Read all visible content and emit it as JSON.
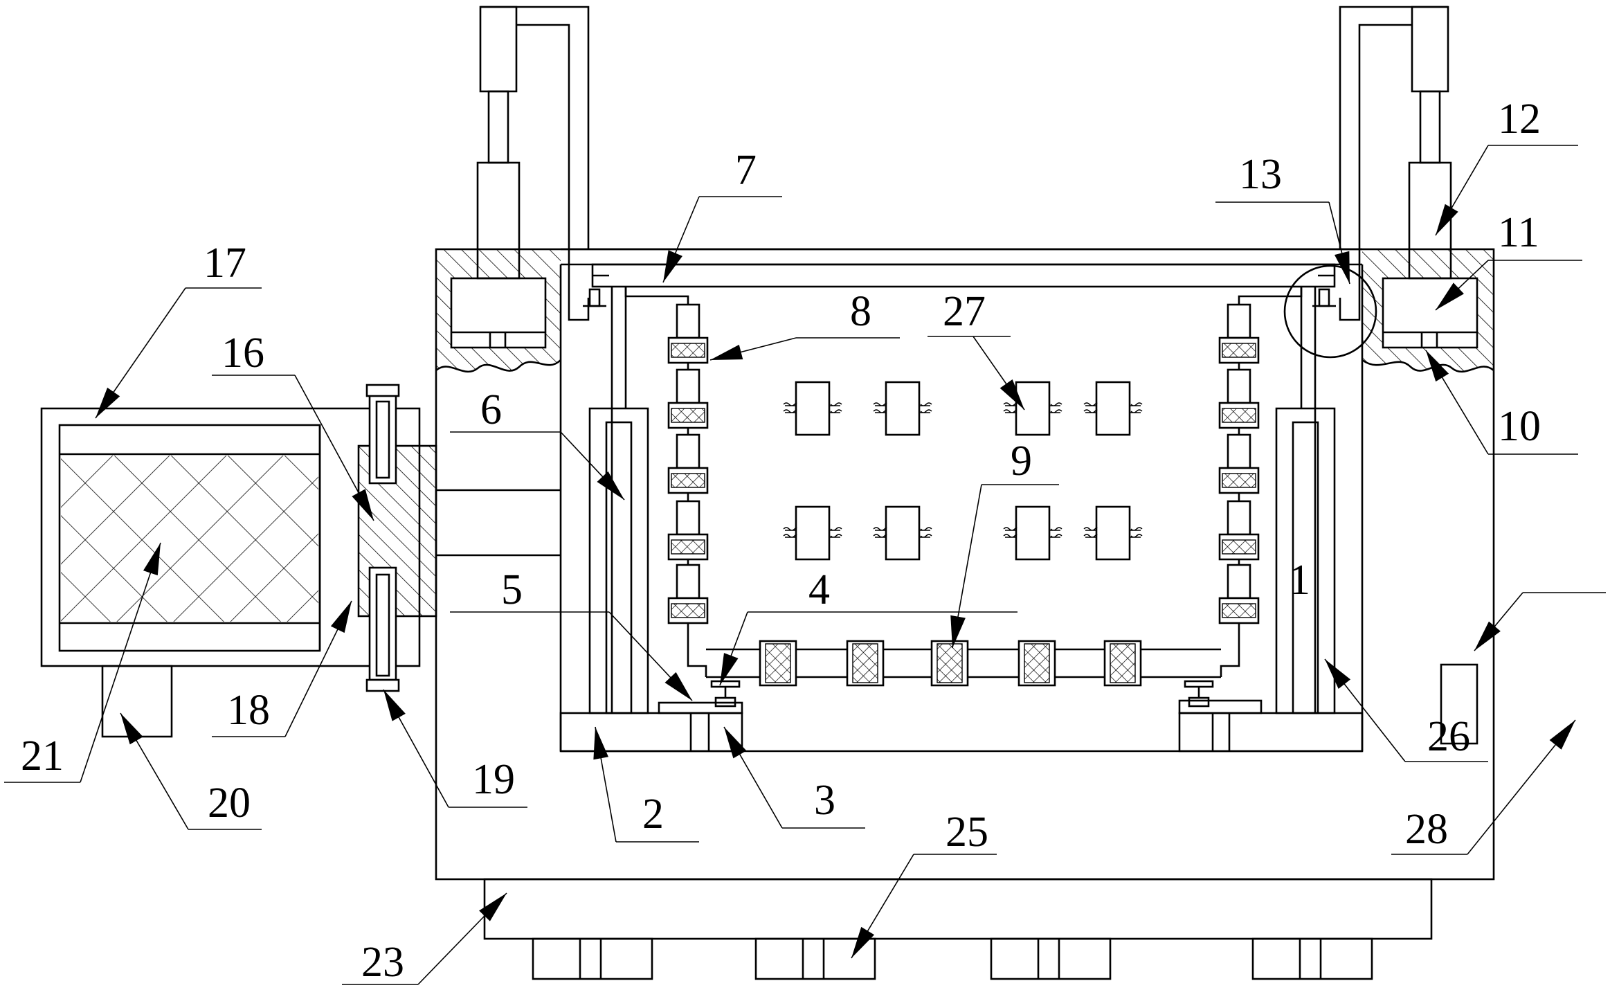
{
  "figure": {
    "labels": {
      "l1": "1",
      "l2": "2",
      "l3": "3",
      "l4": "4",
      "l5": "5",
      "l6": "6",
      "l7": "7",
      "l8": "8",
      "l9": "9",
      "l10": "10",
      "l11": "11",
      "l12": "12",
      "l13": "13",
      "l16": "16",
      "l17": "17",
      "l18": "18",
      "l19": "19",
      "l20": "20",
      "l21": "21",
      "l23": "23",
      "l25": "25",
      "l26": "26",
      "l27": "27",
      "l28": "28"
    }
  }
}
